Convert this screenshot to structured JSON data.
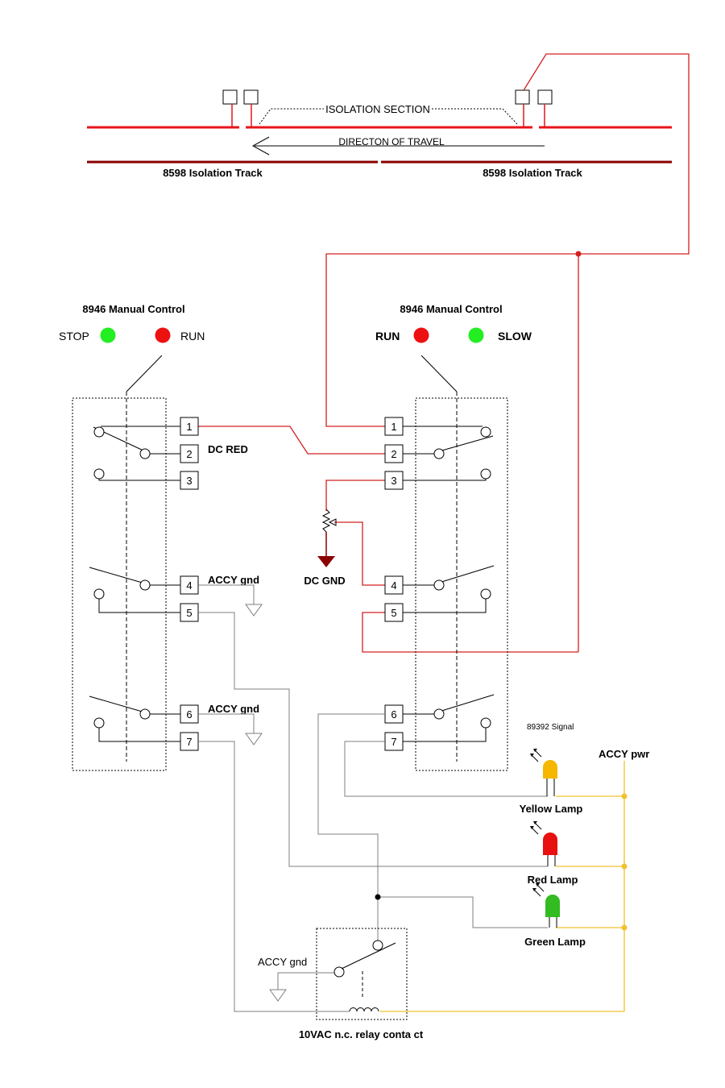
{
  "track": {
    "isolation_section": "ISOLATION SECTION",
    "direction": "DIRECTON OF TRAVEL",
    "left_label": "8598 Isolation Track",
    "right_label": "8598 Isolation Track"
  },
  "left_control": {
    "title": "8946 Manual Control",
    "led_a": "STOP",
    "led_b": "RUN",
    "terminals": [
      "1",
      "2",
      "3",
      "4",
      "5",
      "6",
      "7"
    ],
    "dc_red": "DC RED",
    "accy_gnd_1": "ACCY gnd",
    "accy_gnd_2": "ACCY gnd"
  },
  "right_control": {
    "title": "8946 Manual Control",
    "led_a": "RUN",
    "led_b": "SLOW",
    "terminals": [
      "1",
      "2",
      "3",
      "4",
      "5",
      "6",
      "7"
    ],
    "dc_gnd": "DC GND"
  },
  "signal": {
    "title": "89392 Signal",
    "accy_pwr": "ACCY pwr",
    "yellow": "Yellow Lamp",
    "red": "Red Lamp",
    "green": "Green Lamp"
  },
  "relay": {
    "accy_gnd": "ACCY gnd",
    "label": "10VAC n.c. relay conta ct"
  },
  "colors": {
    "rail": "#e8141b",
    "dark_rail": "#8b0000",
    "wire_red": "#d42020",
    "wire_gray": "#7f7f7f",
    "wire_yellow": "#f2c12e",
    "led_green": "#22ee22",
    "led_red": "#ee1111",
    "lamp_yellow": "#f5b700",
    "lamp_red": "#e81010",
    "lamp_green": "#33bb22"
  }
}
